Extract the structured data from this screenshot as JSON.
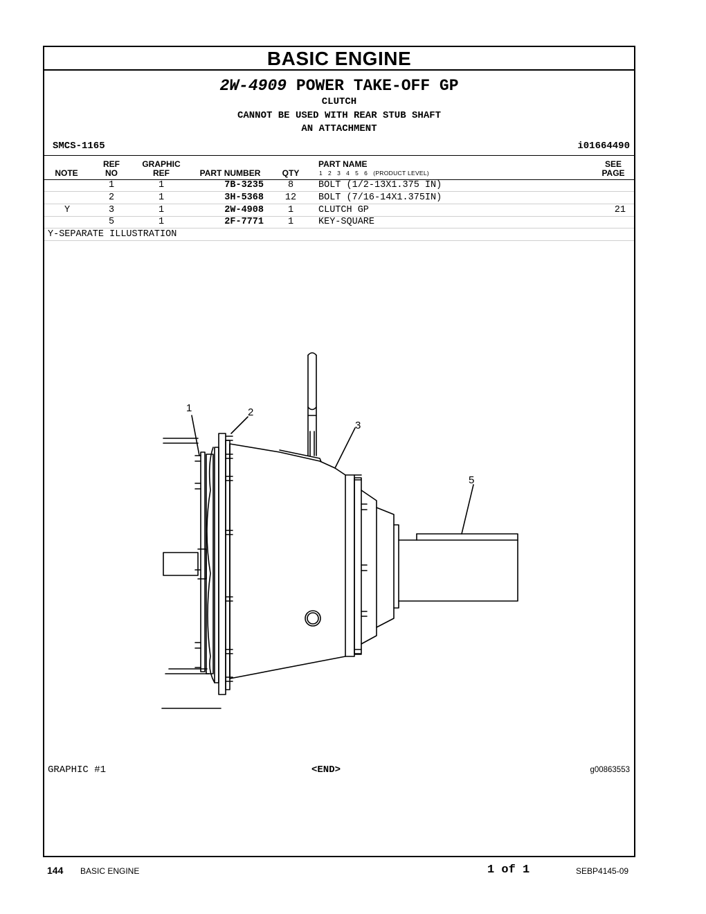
{
  "section_title": "BASIC ENGINE",
  "group": {
    "number": "2W-4909",
    "name": "POWER TAKE-OFF GP"
  },
  "sub_lines": [
    "CLUTCH",
    "CANNOT BE USED WITH REAR STUB SHAFT",
    "AN ATTACHMENT"
  ],
  "smcs": "SMCS-1165",
  "illustration_id": "i01664490",
  "columns": {
    "note": "NOTE",
    "ref_no_1": "REF",
    "ref_no_2": "NO",
    "graphic_ref_1": "GRAPHIC",
    "graphic_ref_2": "REF",
    "part_number": "PART NUMBER",
    "qty": "QTY",
    "part_name": "PART NAME",
    "product_levels": [
      "1",
      "2",
      "3",
      "4",
      "5",
      "6"
    ],
    "product_level_label": "(PRODUCT LEVEL)",
    "see_page_1": "SEE",
    "see_page_2": "PAGE"
  },
  "parts": [
    {
      "note": "",
      "ref": "1",
      "graphic": "1",
      "part_number": "7B-3235",
      "qty": "8",
      "name": "BOLT (1/2-13X1.375 IN)",
      "see_page": ""
    },
    {
      "note": "",
      "ref": "2",
      "graphic": "1",
      "part_number": "3H-5368",
      "qty": "12",
      "name": "BOLT (7/16-14X1.375IN)",
      "see_page": ""
    },
    {
      "note": "Y",
      "ref": "3",
      "graphic": "1",
      "part_number": "2W-4908",
      "qty": "1",
      "name": "CLUTCH GP",
      "see_page": "21"
    },
    {
      "note": "",
      "ref": "5",
      "graphic": "1",
      "part_number": "2F-7771",
      "qty": "1",
      "name": "KEY-SQUARE",
      "see_page": ""
    }
  ],
  "footnote": "Y-SEPARATE ILLUSTRATION",
  "callouts": [
    "1",
    "2",
    "3",
    "5"
  ],
  "graphic_label": "GRAPHIC #1",
  "end_mark": "<END>",
  "graphic_id": "g00863553",
  "footer": {
    "page": "144",
    "section": "BASIC ENGINE",
    "page_of": "1 of 1",
    "doc": "SEBP4145-09"
  }
}
